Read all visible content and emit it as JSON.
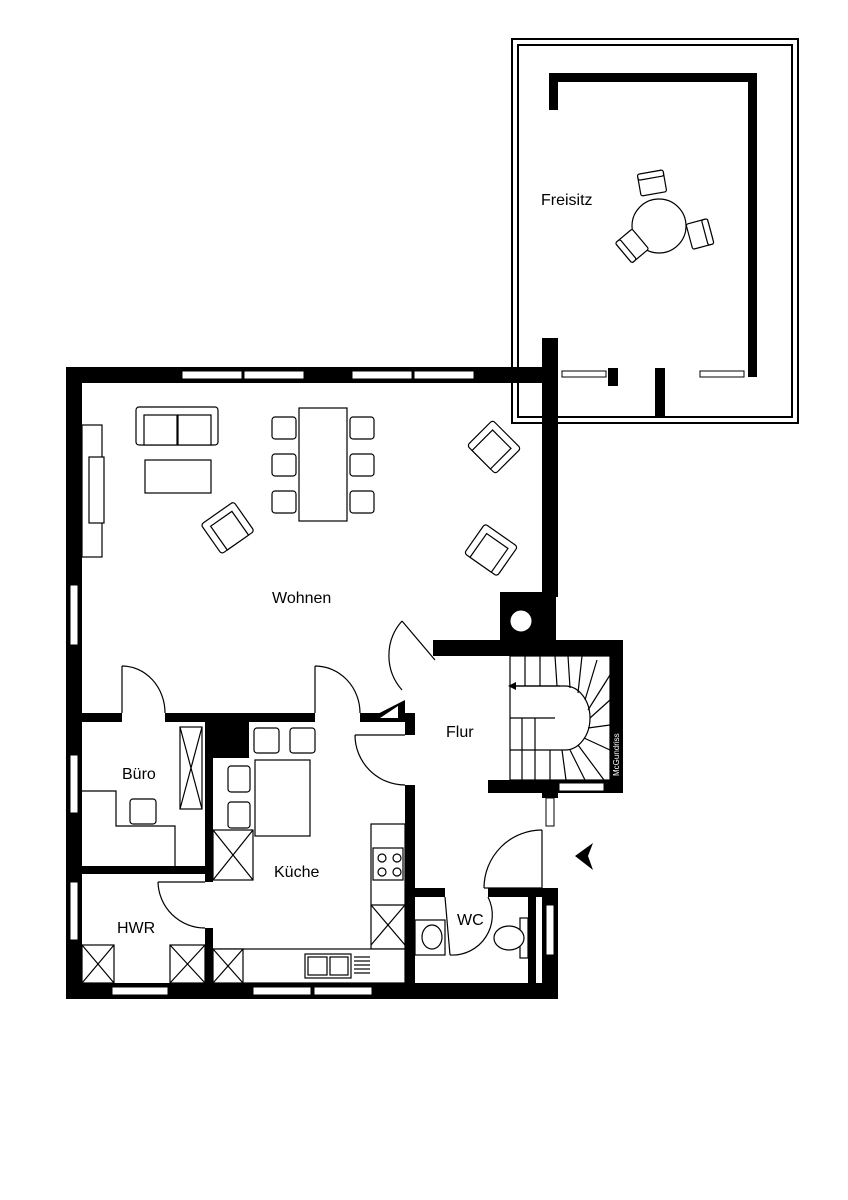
{
  "rooms": {
    "freisitz": "Freisitz",
    "wohnen": "Wohnen",
    "flur": "Flur",
    "buero": "Büro",
    "kueche": "Küche",
    "hwr": "HWR",
    "wc": "WC"
  },
  "watermark": "McGundriss",
  "icons": {
    "entrance": "entrance-arrow-icon",
    "stair_direction": "arrow-left-icon"
  }
}
